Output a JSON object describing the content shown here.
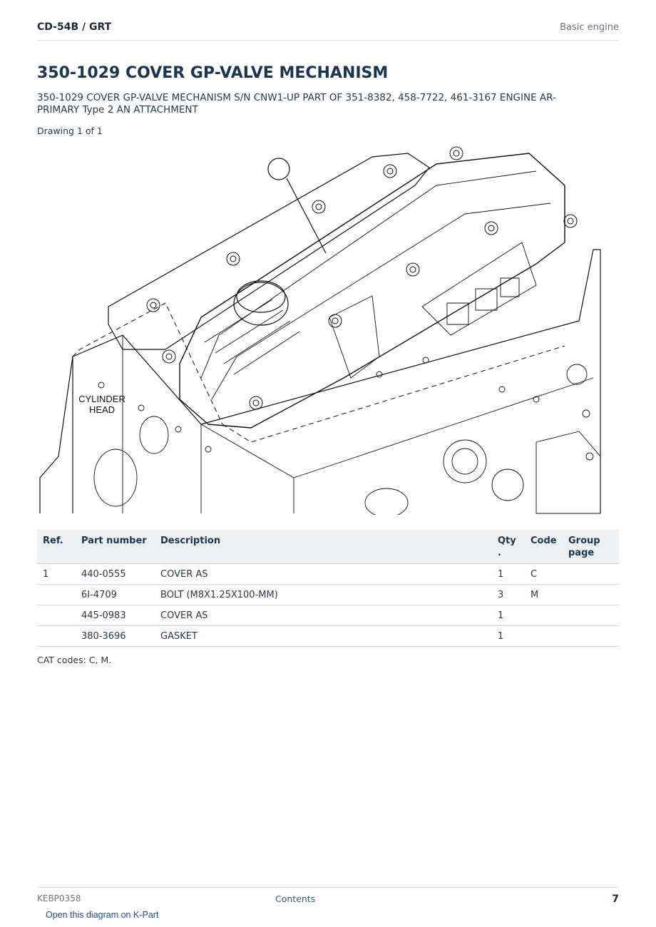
{
  "header": {
    "model": "CD-54B  /  GRT",
    "section": "Basic engine"
  },
  "page_title": "350-1029 COVER GP-VALVE MECHANISM",
  "subtitle": "350-1029 COVER GP-VALVE MECHANISM S/N CNW1-UP PART OF 351-8382, 458-7722, 461-3167 ENGINE AR-PRIMARY Type 2 AN ATTACHMENT",
  "drawing_label": "Drawing 1 of 1",
  "diagram": {
    "callout_line1": "CYLINDER",
    "callout_line2": "HEAD"
  },
  "table": {
    "headers": {
      "ref": "Ref.",
      "part_number": "Part number",
      "description": "Description",
      "qty": "Qty .",
      "code": "Code",
      "group_page": "Group page"
    },
    "rows": [
      {
        "ref": "1",
        "part_number": "440-0555",
        "description": "COVER AS",
        "qty": "1",
        "code": "C",
        "group_page": ""
      },
      {
        "ref": "",
        "part_number": "6I-4709",
        "description": "BOLT (M8X1.25X100-MM)",
        "qty": "3",
        "code": "M",
        "group_page": ""
      },
      {
        "ref": "",
        "part_number": "445-0983",
        "description": "COVER AS",
        "qty": "1",
        "code": "",
        "group_page": ""
      },
      {
        "ref": "",
        "part_number": "380-3696",
        "description": "GASKET",
        "qty": "1",
        "code": "",
        "group_page": ""
      }
    ]
  },
  "cat_codes": "CAT codes: C, M.",
  "footer": {
    "doc_id": "KEBP0358",
    "contents_link": "Contents",
    "page_number": "7"
  },
  "kpart_link": "Open this diagram on K-Part"
}
